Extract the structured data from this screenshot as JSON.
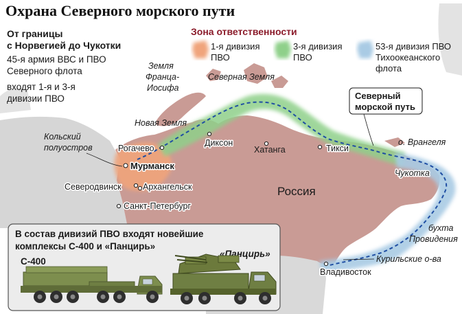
{
  "title": "Охрана Северного морского пути",
  "intro": {
    "heading_line1": "От границы",
    "heading_line2": "с Норвегией до Чукотки",
    "text_line1": "45-я армия ВВС и ПВО",
    "text_line2": "Северного флота",
    "text_line3": "входят 1-я и 3-я",
    "text_line4": "дивизии ПВО"
  },
  "legend": {
    "title": "Зона ответственности",
    "items": [
      {
        "line1": "1-я дивизия",
        "line2": "ПВО",
        "color": "#f0a47c"
      },
      {
        "line1": "3-я дивизия",
        "line2": "ПВО",
        "color": "#8fd08a"
      },
      {
        "line1": "53-я дивизия ПВО",
        "line2": "Тихоокеанского",
        "line3": "флота",
        "color": "#a9cbe4"
      }
    ]
  },
  "colors": {
    "russia": "#c99b95",
    "neighbors": "#d6d6d6",
    "sea": "#ffffff",
    "route": "#1f4ea3",
    "legend_title": "#8b1c2b",
    "zone1": "#f0a47c",
    "zone3": "#8fd08a",
    "zone53": "#a9cbe4"
  },
  "places": {
    "franz_josef_line1": "Земля",
    "franz_josef_line2": "Франца-",
    "franz_josef_line3": "Иосифа",
    "severnaya_zemlya": "Северная Земля",
    "novaya_zemlya": "Новая Земля",
    "kola_line1": "Кольский",
    "kola_line2": "полуостров",
    "rogachevo": "Рогачево",
    "murmansk": "Мурманск",
    "severodvinsk": "Северодвинск",
    "arkhangelsk": "Архангельск",
    "spb": "Санкт-Петербург",
    "dikson": "Диксон",
    "khatanga": "Хатанга",
    "tiksi": "Тикси",
    "russia": "Россия",
    "wrangel": "о. Врангеля",
    "chukotka": "Чукотка",
    "provideniya_line1": "бухта",
    "provideniya_line2": "Провидения",
    "kuril": "Курильские о-ва",
    "vladivostok": "Владивосток",
    "nsr_line1": "Северный",
    "nsr_line2": "морской путь"
  },
  "weapons_box": {
    "line1": "В состав дивизий ПВО входят новейшие",
    "line2": "комплексы С-400 и «Панцирь»",
    "s400_label": "С-400",
    "pantsir_label": "«Панцирь»"
  }
}
